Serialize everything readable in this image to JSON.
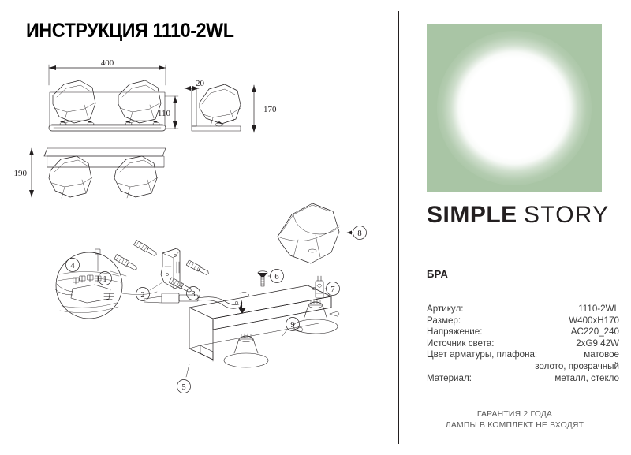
{
  "document": {
    "title": "ИНСТРУКЦИЯ 1110-2WL",
    "language": "ru"
  },
  "colors": {
    "hero_background": "#a9c5a5",
    "ink": "#231f20",
    "spec_text": "#3b3b3b",
    "footer_text": "#5a5a5a",
    "lamp_glow": "#ffffff"
  },
  "hero": {
    "icon": "round-lamp-glow",
    "background": "#a9c5a5"
  },
  "brand": {
    "word_bold": "SIMPLE",
    "word_light": "STORY"
  },
  "product": {
    "type_label": "БРА"
  },
  "specs": {
    "rows": [
      {
        "label": "Артикул:",
        "value": "1110-2WL"
      },
      {
        "label": "Размер:",
        "value": "W400xH170"
      },
      {
        "label": "Напряжение:",
        "value": "AC220_240"
      },
      {
        "label": "Источник света:",
        "value": "2xG9 42W"
      },
      {
        "label": "Цвет арматуры, плафона:",
        "value": "матовое",
        "continuation": "золото, прозрачный"
      },
      {
        "label": "Материал:",
        "value": "металл, стекло"
      }
    ]
  },
  "footer": {
    "line1": "ГАРАНТИЯ 2 ГОДА",
    "line2": "ЛАМПЫ В КОМПЛЕКТ НЕ ВХОДЯТ"
  },
  "drawings": {
    "front_view": {
      "name": "front-elevation",
      "dimension_width": "400",
      "dimension_height": "110"
    },
    "side_view": {
      "name": "side-elevation",
      "dimension_depth": "20",
      "dimension_height": "170"
    },
    "bottom_view": {
      "name": "bottom-plan-view",
      "dimension_depth": "190"
    },
    "assembly": {
      "name": "exploded-assembly",
      "callouts": [
        {
          "number": "1",
          "part": "wall-anchor-screw"
        },
        {
          "number": "2",
          "part": "mounting-bracket"
        },
        {
          "number": "3",
          "part": "bracket-screw"
        },
        {
          "number": "4",
          "part": "terminal-block-detail"
        },
        {
          "number": "5",
          "part": "base-plate"
        },
        {
          "number": "6",
          "part": "shade-fixing-screw"
        },
        {
          "number": "7",
          "part": "g9-lamp"
        },
        {
          "number": "8",
          "part": "glass-shade"
        },
        {
          "number": "9",
          "part": "lamp-socket"
        }
      ]
    }
  }
}
